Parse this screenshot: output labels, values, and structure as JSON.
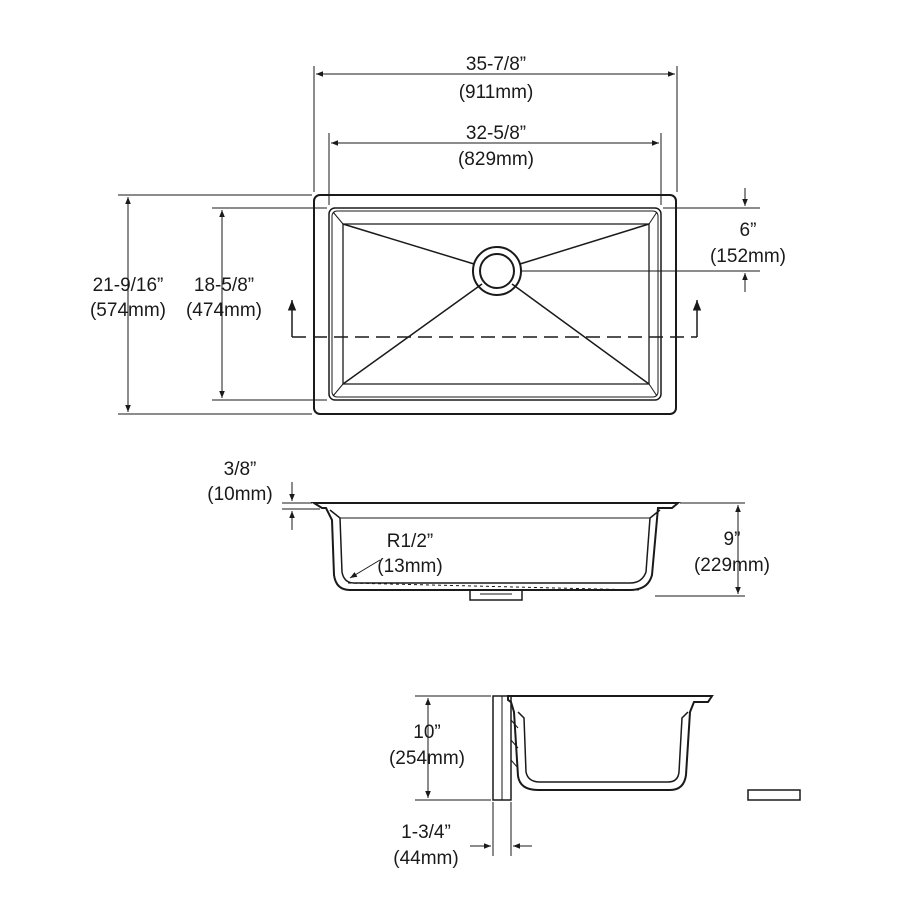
{
  "dimensions": {
    "overall_width": {
      "imperial": "35-7/8”",
      "metric": "(911mm)"
    },
    "bowl_width": {
      "imperial": "32-5/8”",
      "metric": "(829mm)"
    },
    "overall_depth": {
      "imperial": "21-9/16”",
      "metric": "(574mm)"
    },
    "bowl_depth": {
      "imperial": "18-5/8”",
      "metric": "(474mm)"
    },
    "drain_offset": {
      "imperial": "6”",
      "metric": "(152mm)"
    },
    "rim_thickness": {
      "imperial": "3/8”",
      "metric": "(10mm)"
    },
    "bowl_height": {
      "imperial": "9”",
      "metric": "(229mm)"
    },
    "corner_radius": {
      "imperial": "R1/2”",
      "metric": "(13mm)"
    },
    "cabinet_height": {
      "imperial": "10”",
      "metric": "(254mm)"
    },
    "wall_thickness": {
      "imperial": "1-3/4”",
      "metric": "(44mm)"
    }
  },
  "colors": {
    "line": "#1a1a1a",
    "background": "#ffffff"
  }
}
